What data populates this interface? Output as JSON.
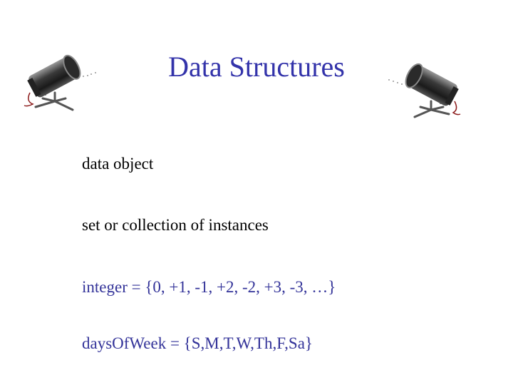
{
  "slide": {
    "title": "Data Structures",
    "title_color": "#3333aa",
    "lines": [
      {
        "text": "data object",
        "color": "#000000"
      },
      {
        "text": "set or collection of instances",
        "color": "#000000"
      },
      {
        "text": "integer = {0, +1, -1, +2, -2, +3, -3, …}",
        "color": "#333399"
      },
      {
        "text": "daysOfWeek = {S,M,T,W,Th,F,Sa}",
        "color": "#333399"
      }
    ],
    "decorations": [
      {
        "icon": "spotlight-icon",
        "position": "top-left",
        "facing": "right"
      },
      {
        "icon": "spotlight-icon",
        "position": "top-right",
        "facing": "left"
      }
    ]
  }
}
